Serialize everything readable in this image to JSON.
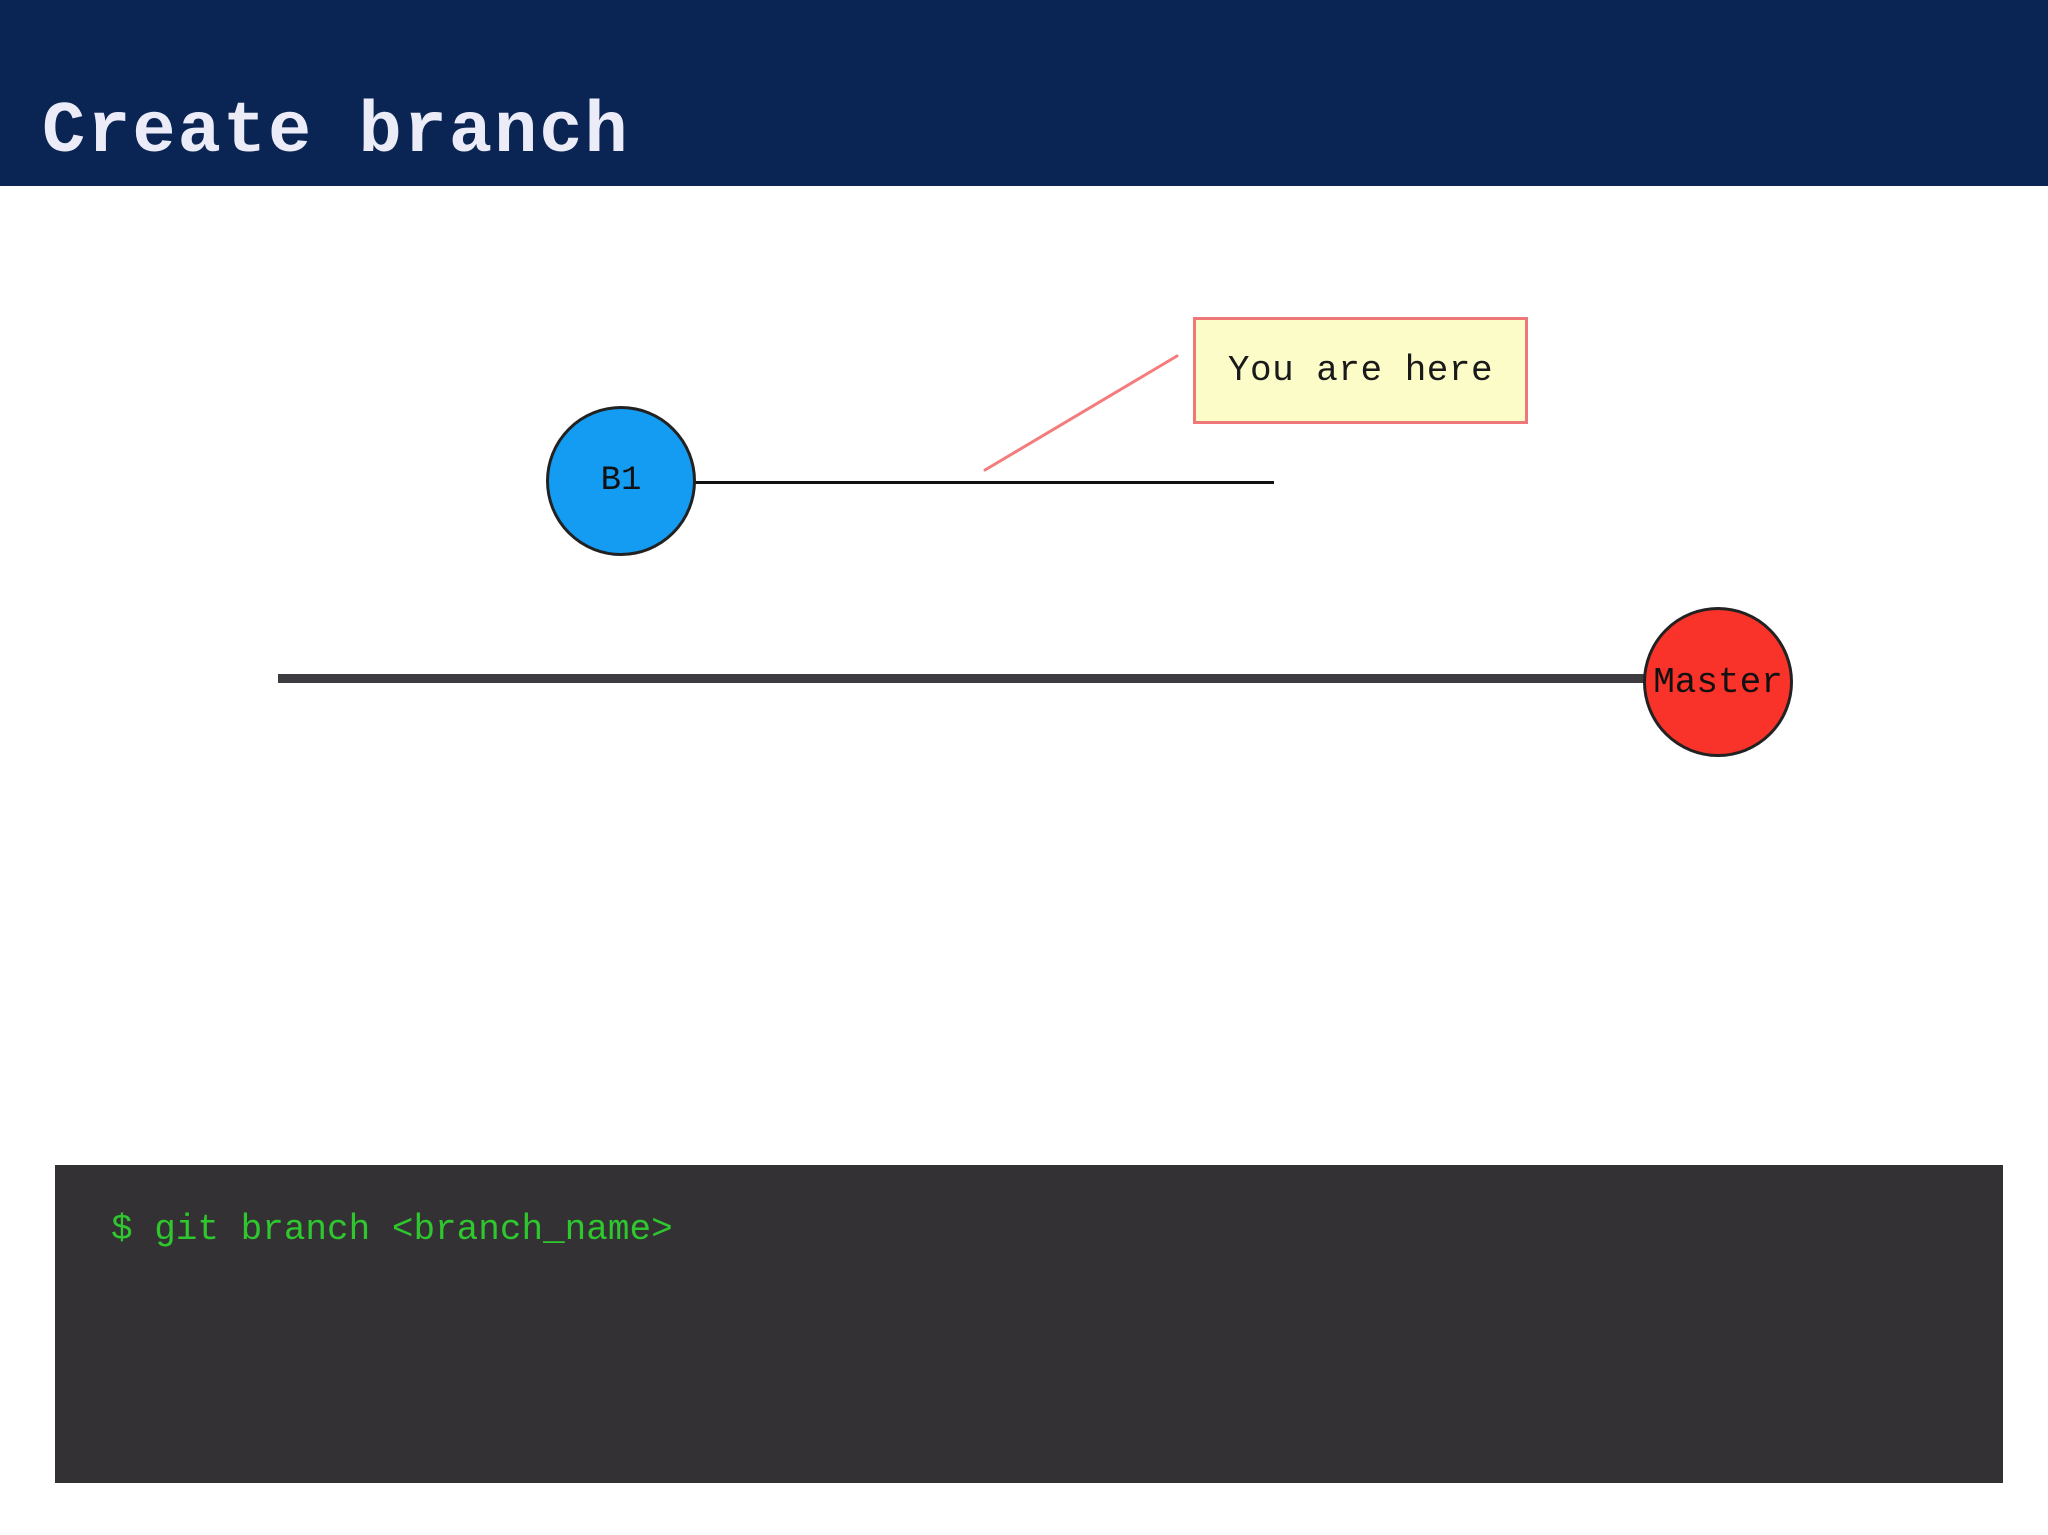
{
  "header": {
    "title": "Create branch",
    "bg": "#0A2453",
    "text_color": "#ECECF8"
  },
  "diagram": {
    "b1_node": {
      "label": "B1",
      "fill": "#149CF2",
      "border_color": "#222222"
    },
    "master_node": {
      "label": "Master",
      "fill": "#F93329",
      "border_color": "#222222"
    },
    "annotation_box": {
      "label": "You are here",
      "fill": "#FBFCC8",
      "border_color": "#EE7777"
    },
    "colors": {
      "b1_line": "#111111",
      "master_line": "#3E3B40",
      "annotation_line": "#F47C7C"
    }
  },
  "terminal": {
    "command": "$ git branch <branch_name>",
    "bg": "#333134",
    "text_color": "#2EC72E"
  }
}
